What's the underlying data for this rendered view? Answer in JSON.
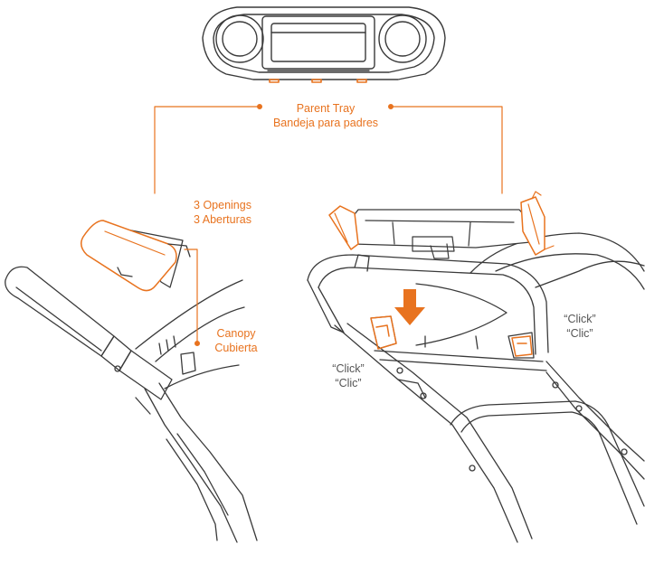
{
  "colors": {
    "accent": "#e8731f",
    "line": "#3a3a3a",
    "label_gray": "#555555",
    "background": "#ffffff"
  },
  "labels": {
    "parent_tray": {
      "en": "Parent Tray",
      "es": "Bandeja para padres"
    },
    "openings": {
      "en": "3 Openings",
      "es": "3 Aberturas"
    },
    "canopy": {
      "en": "Canopy",
      "es": "Cubierta"
    },
    "click_left": {
      "en": "“Click”",
      "es": "“Clic”"
    },
    "click_right": {
      "en": "“Click”",
      "es": "“Clic”"
    }
  },
  "icons": [
    "down-arrow-icon"
  ]
}
